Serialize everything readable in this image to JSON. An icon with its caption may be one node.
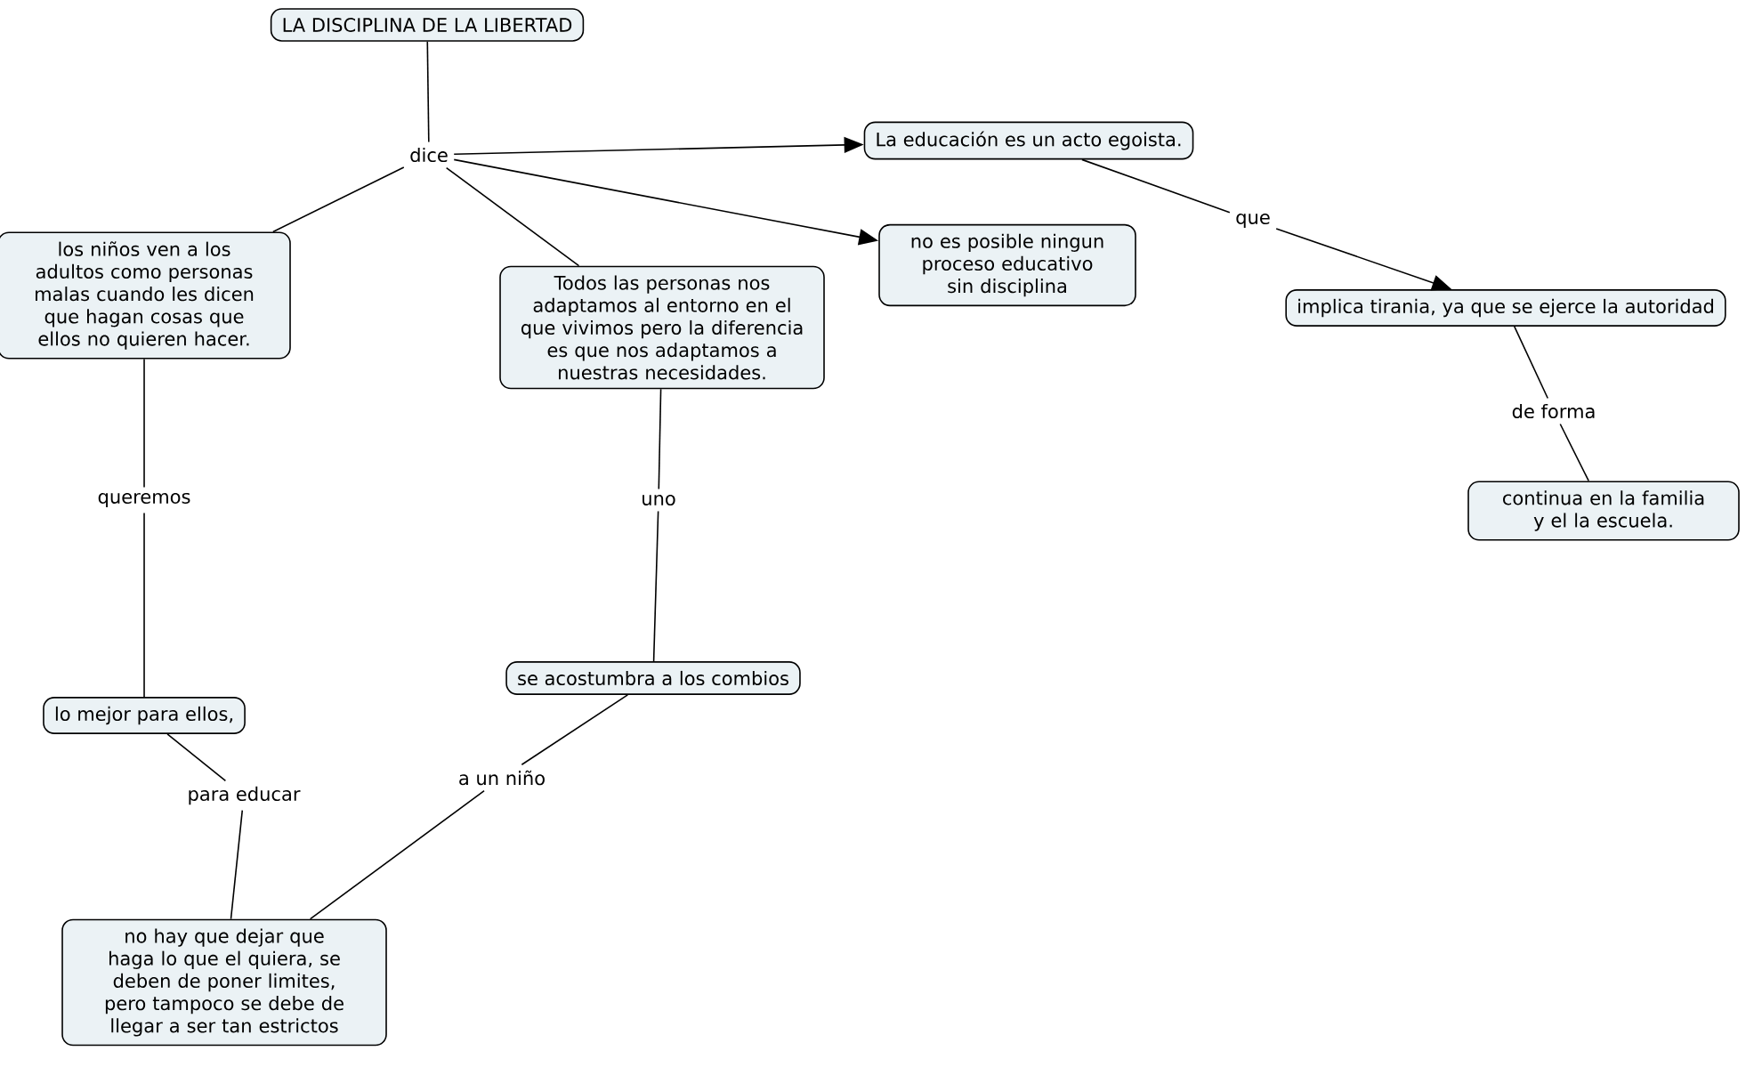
{
  "diagram": {
    "nodes": [
      {
        "text": [
          "LA DISCIPLINA DE LA LIBERTAD"
        ]
      },
      {
        "text": [
          "dice"
        ]
      },
      {
        "text": [
          "La educación es un acto egoista."
        ]
      },
      {
        "text": [
          "los niños ven a los adultos como personas malas cuando les dicen que hagan cosas que ellos no quieren hacer."
        ]
      },
      {
        "text": [
          "Todos las personas nos adaptamos al entorno en el que vivimos pero la diferencia es que nos adaptamos a nuestras necesidades."
        ]
      },
      {
        "text": [
          "no es posible ningun proceso educativo sin disciplina"
        ]
      },
      {
        "text": [
          "que"
        ]
      },
      {
        "text": [
          "implica tirania, ya que se ejerce la autoridad"
        ]
      },
      {
        "text": [
          "de forma"
        ]
      },
      {
        "text": [
          "continua en la familia y el la escuela."
        ]
      },
      {
        "text": [
          "queremos"
        ]
      },
      {
        "text": [
          "uno"
        ]
      },
      {
        "text": [
          "se acostumbra a los combios"
        ]
      },
      {
        "text": [
          "lo mejor para ellos,"
        ]
      },
      {
        "text": [
          "para educar"
        ]
      },
      {
        "text": [
          "a un niño"
        ]
      },
      {
        "text": [
          "no hay que dejar que haga lo que el quiera, se deben de poner limites, pero tampoco se debe de llegar a ser tan estrictos"
        ]
      }
    ],
    "edges": [
      {
        "from": 0,
        "to": 1,
        "arrow": "none"
      },
      {
        "from": 1,
        "to": 2,
        "arrow": "to"
      },
      {
        "from": 1,
        "to": 5,
        "arrow": "to"
      },
      {
        "from": 1,
        "to": 3,
        "arrow": "none"
      },
      {
        "from": 1,
        "to": 4,
        "arrow": "none"
      },
      {
        "from": 2,
        "to": 6,
        "arrow": "none"
      },
      {
        "from": 6,
        "to": 7,
        "arrow": "to"
      },
      {
        "from": 7,
        "to": 8,
        "arrow": "none"
      },
      {
        "from": 8,
        "to": 9,
        "arrow": "none"
      },
      {
        "from": 3,
        "to": 10,
        "arrow": "none"
      },
      {
        "from": 10,
        "to": 13,
        "arrow": "none"
      },
      {
        "from": 4,
        "to": 11,
        "arrow": "none"
      },
      {
        "from": 11,
        "to": 12,
        "arrow": "none"
      },
      {
        "from": 13,
        "to": 14,
        "arrow": "none"
      },
      {
        "from": 14,
        "to": 16,
        "arrow": "none"
      },
      {
        "from": 12,
        "to": 15,
        "arrow": "none"
      },
      {
        "from": 15,
        "to": 16,
        "arrow": "none"
      }
    ]
  }
}
